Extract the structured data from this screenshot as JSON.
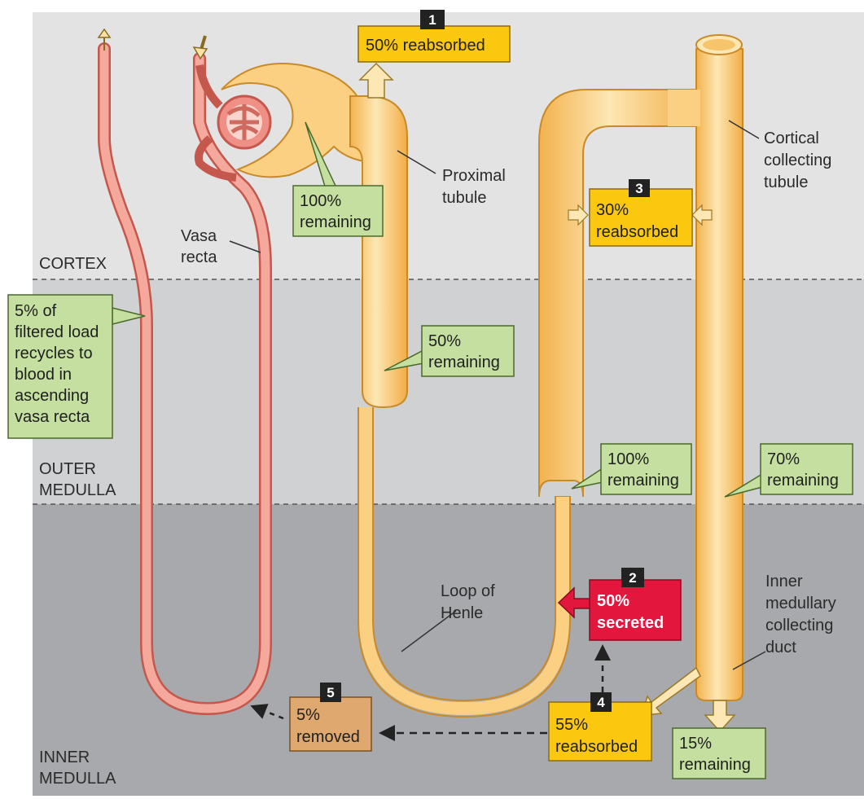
{
  "regions": {
    "cortex": "CORTEX",
    "outer_medulla": [
      "OUTER",
      "MEDULLA"
    ],
    "inner_medulla": [
      "INNER",
      "MEDULLA"
    ]
  },
  "labels": {
    "proximal_tubule": [
      "Proximal",
      "tubule"
    ],
    "cortical_collecting_tubule": [
      "Cortical",
      "collecting",
      "tubule"
    ],
    "vasa_recta": [
      "Vasa",
      "recta"
    ],
    "loop_of_henle": [
      "Loop of",
      "Henle"
    ],
    "inner_medullary_collecting_duct": [
      "Inner",
      "medullary",
      "collecting",
      "duct"
    ]
  },
  "steps": {
    "step1": {
      "number": "1",
      "text": [
        "50% reabsorbed"
      ]
    },
    "step2": {
      "number": "2",
      "text": [
        "50%",
        "secreted"
      ]
    },
    "step3": {
      "number": "3",
      "text": [
        "30%",
        "reabsorbed"
      ]
    },
    "step4": {
      "number": "4",
      "text": [
        "55%",
        "reabsorbed"
      ]
    },
    "step5": {
      "number": "5",
      "text": [
        "5%",
        "removed"
      ]
    }
  },
  "remaining_boxes": {
    "glomerulus": [
      "100%",
      "remaining"
    ],
    "proximal_end": [
      "50%",
      "remaining"
    ],
    "thick_ascending": [
      "100%",
      "remaining"
    ],
    "outer_collecting": [
      "70%",
      "remaining"
    ],
    "final": [
      "15%",
      "remaining"
    ]
  },
  "recycle_note": [
    "5% of",
    "filtered load",
    "recycles to",
    "blood in",
    "ascending",
    "vasa recta"
  ],
  "colors": {
    "background": "#e3e3e3",
    "outer_medulla": "#d0d1d3",
    "inner_medulla": "#a8a9ac",
    "tubule": "#fbd083",
    "vessel": "#ee8f85",
    "yellow_box": "#fbc70f",
    "green_box": "#c5dfa0",
    "red_box": "#e3173e",
    "tan_box": "#dea86e"
  }
}
